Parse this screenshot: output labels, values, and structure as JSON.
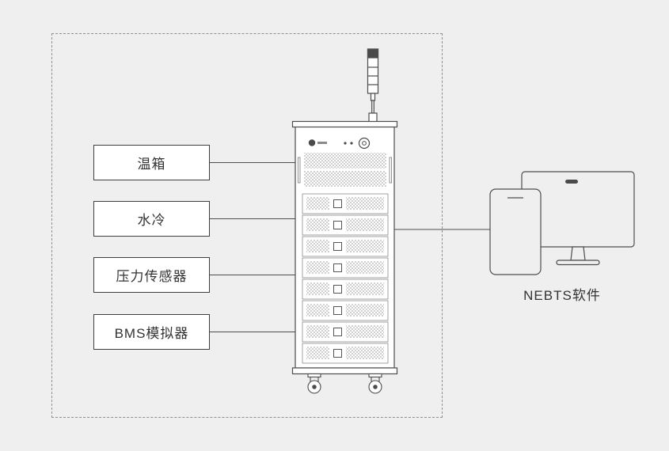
{
  "colors": {
    "background": "#efefef",
    "line": "#4d4d4d",
    "box_border": "#3d3d3d",
    "box_fill": "#ffffff",
    "text": "#333333"
  },
  "diagram": {
    "left_labels": [
      {
        "label": "温箱"
      },
      {
        "label": "水冷"
      },
      {
        "label": "压力传感器"
      },
      {
        "label": "BMS模拟器"
      }
    ],
    "right_label": "NEBTS软件"
  }
}
